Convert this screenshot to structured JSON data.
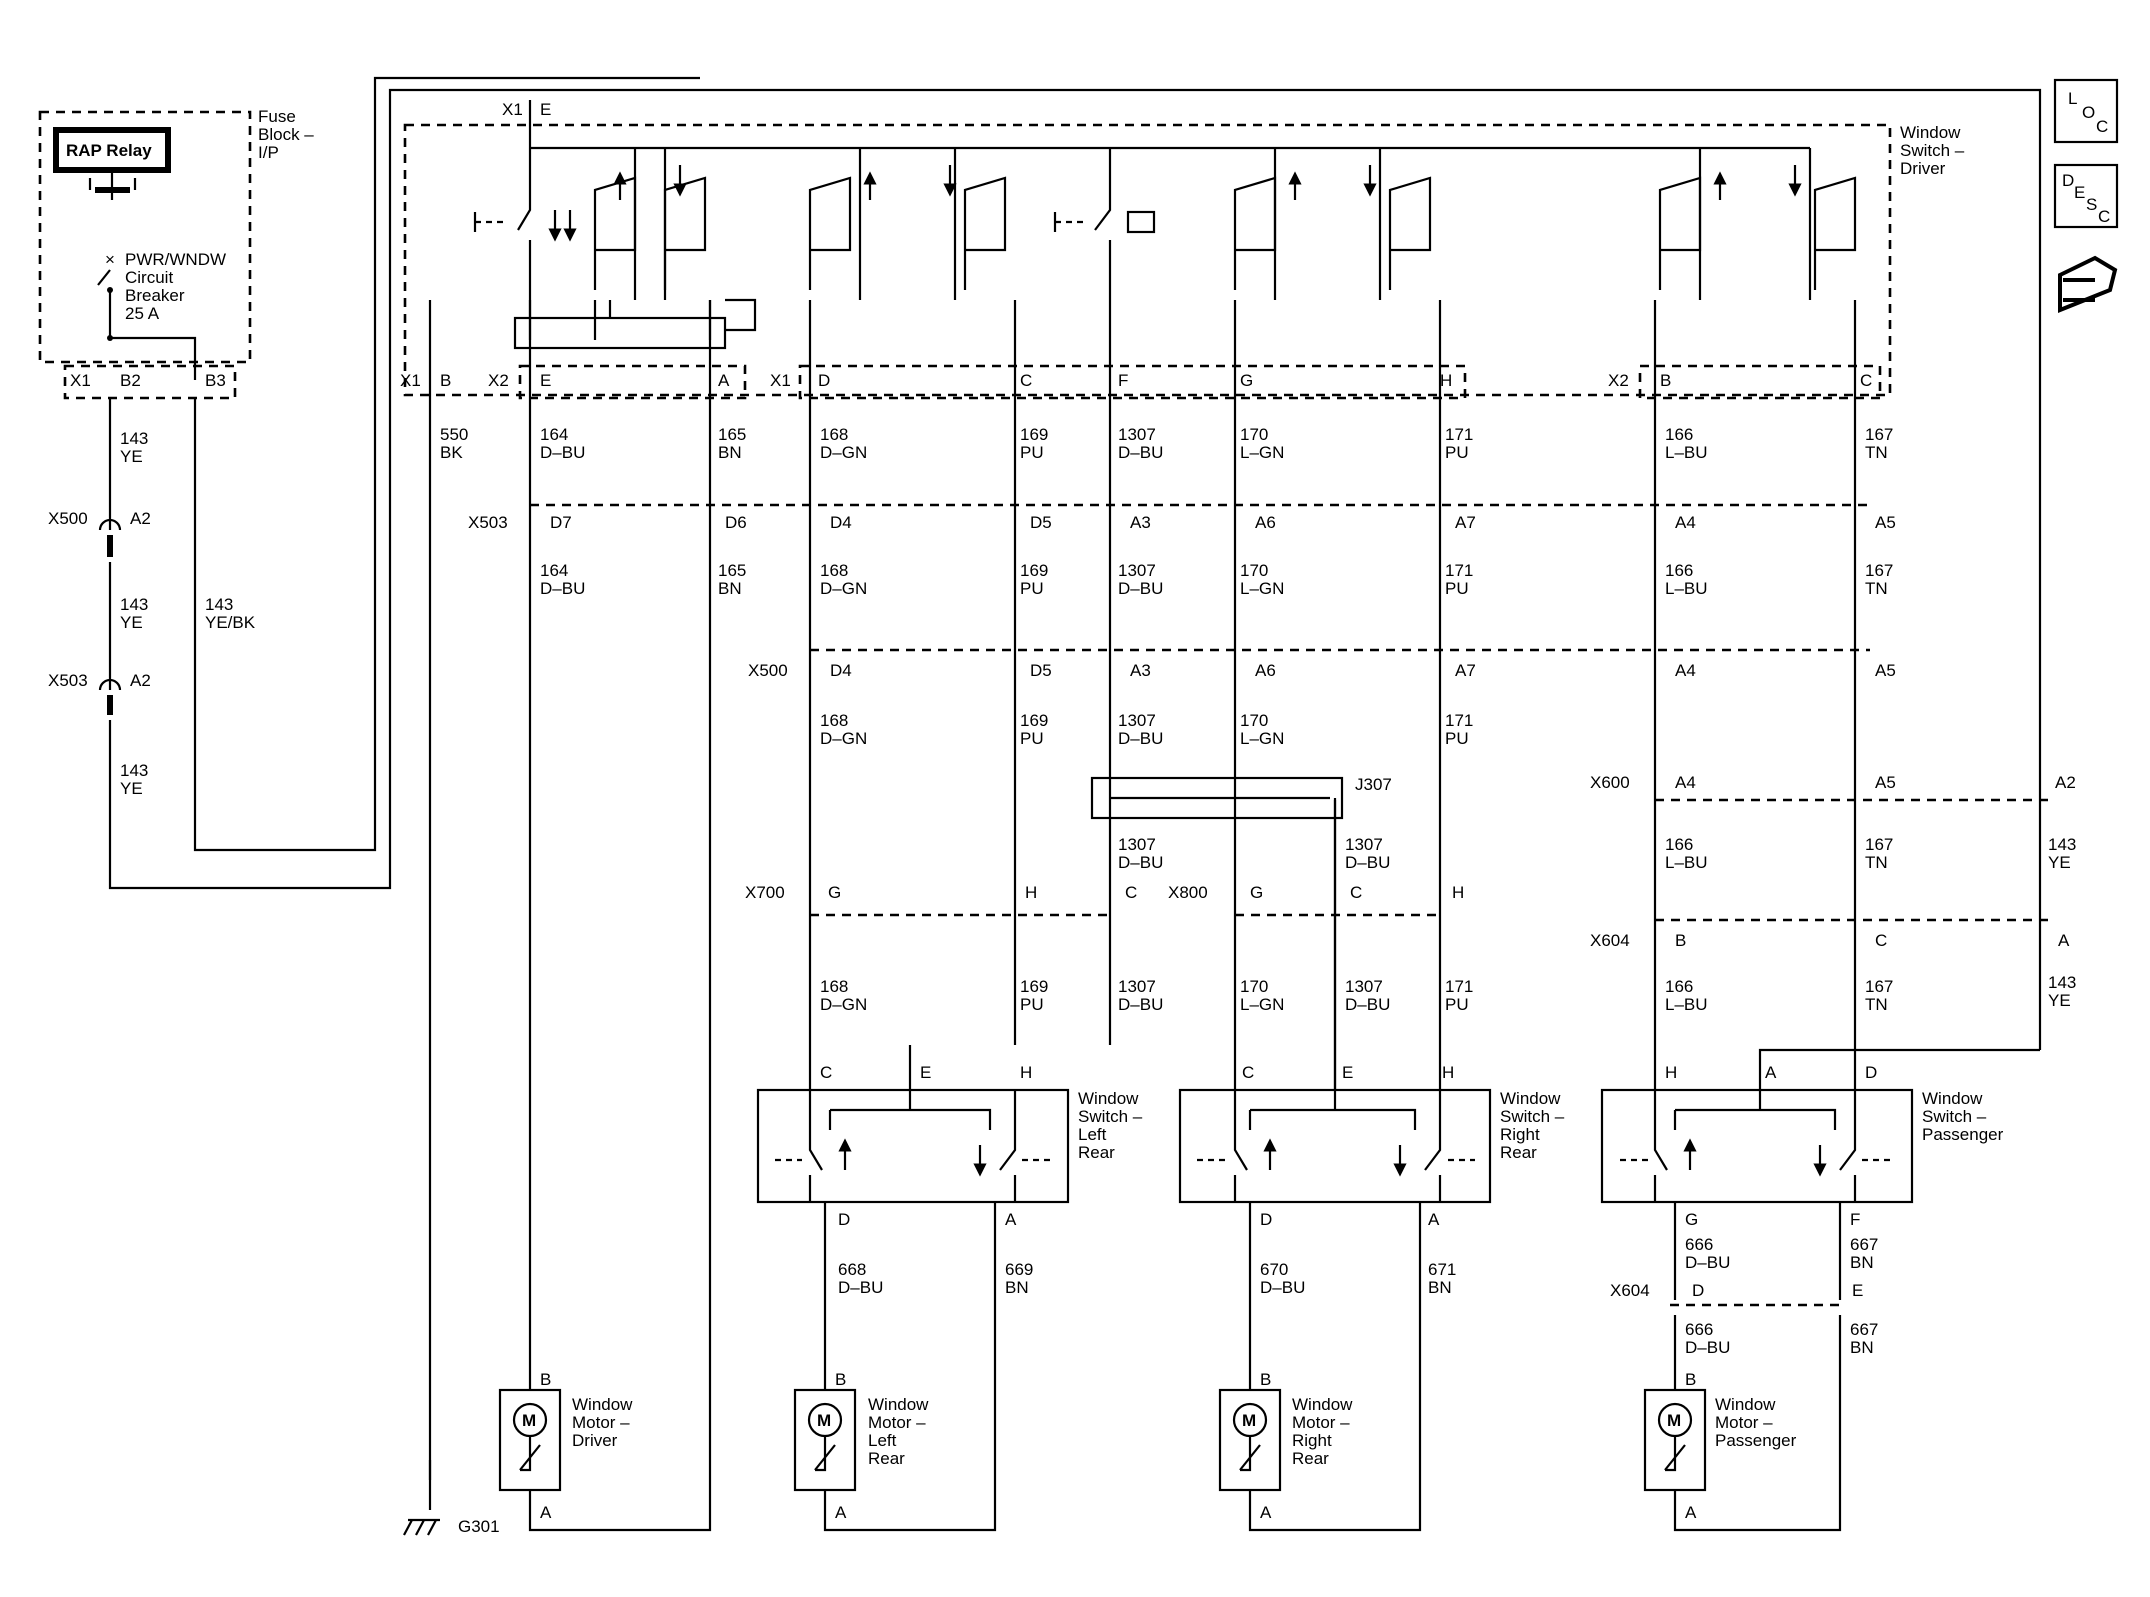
{
  "fuse_block": {
    "title_l1": "Fuse",
    "title_l2": "Block –",
    "title_l3": "I/P",
    "relay": "RAP Relay",
    "breaker_l1": "PWR/WNDW",
    "breaker_l2": "Circuit",
    "breaker_l3": "Breaker",
    "breaker_l4": "25 A",
    "conn": "X1",
    "pin_b2": "B2",
    "pin_b3": "B3"
  },
  "driver_switch": {
    "title_l1": "Window",
    "title_l2": "Switch –",
    "title_l3": "Driver",
    "x1": "X1",
    "x1e": "E",
    "x1b_conn": "X1",
    "x1b_pin": "B",
    "x2": "X2",
    "pin_e": "E",
    "pin_a": "A",
    "x1c": "X1",
    "pin_d": "D",
    "pin_c": "C",
    "pin_f": "F",
    "pin_g": "G",
    "pin_h": "H",
    "x2b": "X2",
    "pin_b2": "B",
    "pin_c2": "C"
  },
  "icons": {
    "loc_l": "L",
    "loc_o": "O",
    "loc_c": "C",
    "desc_d": "D",
    "desc_e": "E",
    "desc_s": "S",
    "desc_c": "C"
  },
  "wires": {
    "w143": "143",
    "ye": "YE",
    "ye_bk": "YE/BK",
    "w550": "550",
    "bk": "BK",
    "w164": "164",
    "dbu": "D–BU",
    "w165": "165",
    "bn": "BN",
    "w168": "168",
    "dgn": "D–GN",
    "w169": "169",
    "pu": "PU",
    "w1307": "1307",
    "w170": "170",
    "lgn": "L–GN",
    "w171": "171",
    "w166": "166",
    "lbu": "L–BU",
    "w167": "167",
    "tn": "TN",
    "w668": "668",
    "w669": "669",
    "w670": "670",
    "w671": "671",
    "w666": "666",
    "w667": "667"
  },
  "connectors": {
    "x500": "X500",
    "x503": "X503",
    "x600": "X600",
    "x604": "X604",
    "x700": "X700",
    "x800": "X800",
    "j307": "J307",
    "a2": "A2",
    "d7": "D7",
    "d6": "D6",
    "d4": "D4",
    "d5": "D5",
    "a3": "A3",
    "a6": "A6",
    "a7": "A7",
    "a4": "A4",
    "a5": "A5",
    "g": "G",
    "h": "H",
    "c": "C",
    "b": "B",
    "a": "A",
    "d": "D",
    "e": "E",
    "f": "F"
  },
  "ground": "G301",
  "lr_switch": {
    "l1": "Window",
    "l2": "Switch –",
    "l3": "Left",
    "l4": "Rear"
  },
  "rr_switch": {
    "l1": "Window",
    "l2": "Switch –",
    "l3": "Right",
    "l4": "Rear"
  },
  "pass_switch": {
    "l1": "Window",
    "l2": "Switch –",
    "l3": "Passenger"
  },
  "motor_driver": {
    "l1": "Window",
    "l2": "Motor –",
    "l3": "Driver"
  },
  "motor_lr": {
    "l1": "Window",
    "l2": "Motor –",
    "l3": "Left",
    "l4": "Rear"
  },
  "motor_rr": {
    "l1": "Window",
    "l2": "Motor –",
    "l3": "Right",
    "l4": "Rear"
  },
  "motor_pass": {
    "l1": "Window",
    "l2": "Motor –",
    "l3": "Passenger"
  },
  "motor_symbol": "M"
}
